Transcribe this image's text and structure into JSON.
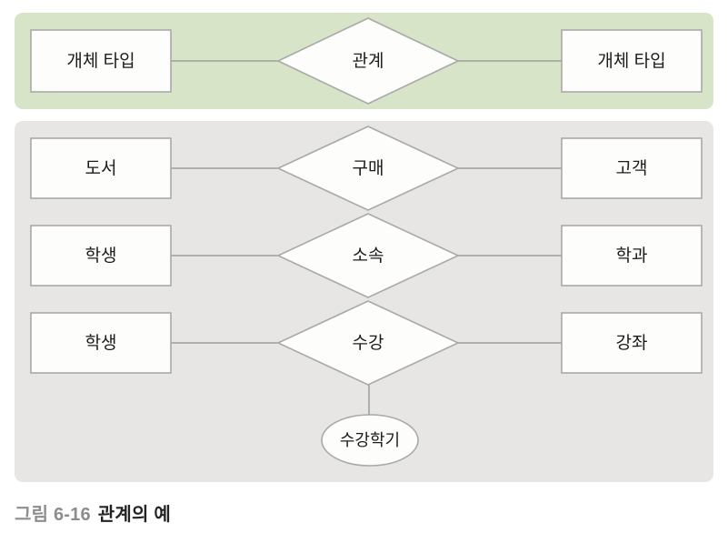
{
  "figure": {
    "caption_number": "그림 6-16",
    "caption_title": "관계의 예"
  },
  "colors": {
    "generic_panel_bg": "#d7e4c8",
    "example_panel_bg": "#e7e6e4",
    "node_fill": "#fdfdfc",
    "node_border": "#a9a9a7",
    "link_line": "#9d9d9b",
    "caption_number_color": "#8d8d8d",
    "caption_title_color": "#232323"
  },
  "generic_panel": {
    "left_entity": "개체 타입",
    "relationship": "관계",
    "right_entity": "개체 타입"
  },
  "example_panel": {
    "rows": [
      {
        "left_entity": "도서",
        "relationship": "구매",
        "right_entity": "고객",
        "attribute": null
      },
      {
        "left_entity": "학생",
        "relationship": "소속",
        "right_entity": "학과",
        "attribute": null
      },
      {
        "left_entity": "학생",
        "relationship": "수강",
        "right_entity": "강좌",
        "attribute": "수강학기"
      }
    ]
  }
}
